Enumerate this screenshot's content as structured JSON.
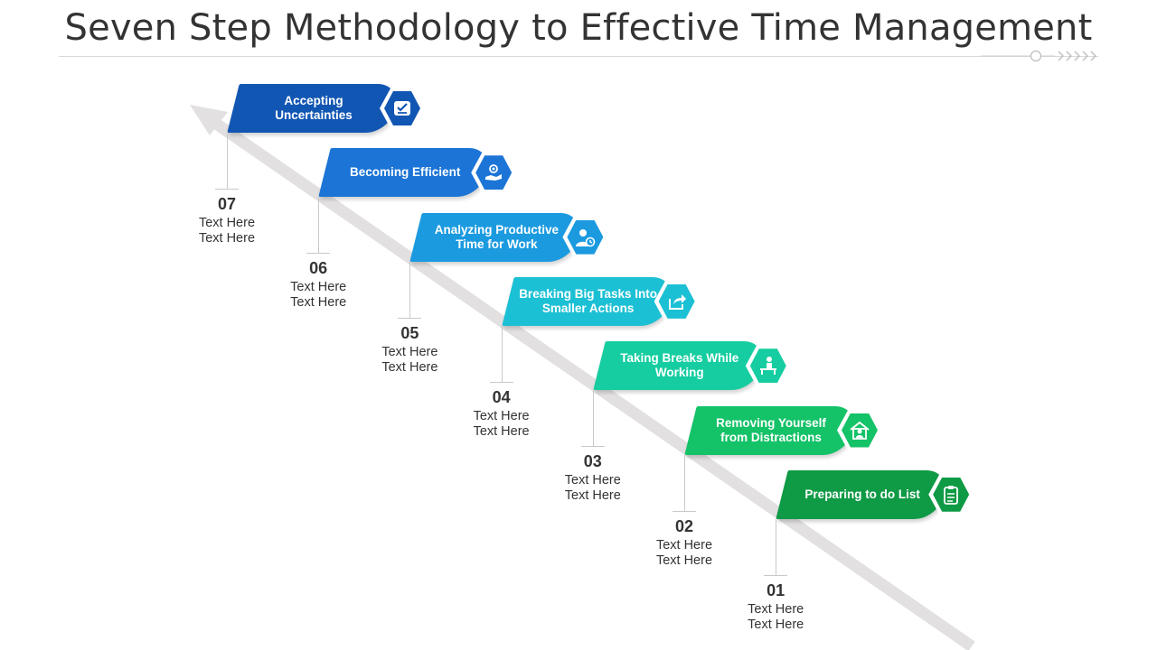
{
  "title": "Seven Step Methodology to Effective Time Management",
  "steps": [
    {
      "number": "07",
      "label": "Accepting Uncertainties",
      "text1": "Text Here",
      "text2": "Text Here",
      "color": "#1256b3",
      "icon": "checklist-icon"
    },
    {
      "number": "06",
      "label": "Becoming Efficient",
      "text1": "Text Here",
      "text2": "Text Here",
      "color": "#1b74d6",
      "icon": "gear-hand-icon"
    },
    {
      "number": "05",
      "label": "Analyzing Productive Time for Work",
      "text1": "Text Here",
      "text2": "Text Here",
      "color": "#1b9ae0",
      "icon": "person-clock-icon"
    },
    {
      "number": "04",
      "label": "Breaking Big Tasks Into Smaller Actions",
      "text1": "Text Here",
      "text2": "Text Here",
      "color": "#1cc0d4",
      "icon": "share-icon"
    },
    {
      "number": "03",
      "label": "Taking Breaks While Working",
      "text1": "Text Here",
      "text2": "Text Here",
      "color": "#15cda0",
      "icon": "person-desk-icon"
    },
    {
      "number": "02",
      "label": "Removing Yourself from Distractions",
      "text1": "Text Here",
      "text2": "Text Here",
      "color": "#14c268",
      "icon": "home-person-icon"
    },
    {
      "number": "01",
      "label": "Preparing to do List",
      "text1": "Text Here",
      "text2": "Text Here",
      "color": "#0f9a45",
      "icon": "clipboard-icon"
    }
  ]
}
